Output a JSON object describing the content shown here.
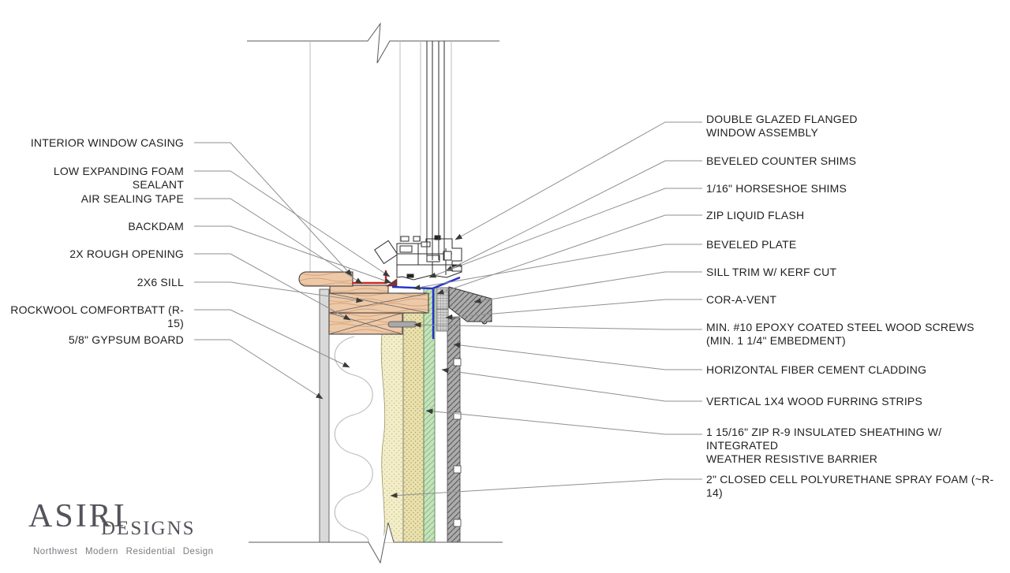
{
  "logo": {
    "primary": "ASIRI",
    "secondary": "DESIGNS",
    "tagline": "Northwest Modern Residential Design"
  },
  "callouts": {
    "left": [
      "INTERIOR WINDOW CASING",
      "LOW EXPANDING FOAM SEALANT",
      "AIR SEALING TAPE",
      "BACKDAM",
      "2X ROUGH OPENING",
      "2X6 SILL",
      "ROCKWOOL COMFORTBATT (R-15)",
      "5/8\" GYPSUM BOARD"
    ],
    "right": [
      "DOUBLE GLAZED FLANGED\nWINDOW ASSEMBLY",
      "BEVELED COUNTER SHIMS",
      "1/16\" HORSESHOE SHIMS",
      "ZIP LIQUID FLASH",
      "BEVELED PLATE",
      "SILL TRIM W/ KERF CUT",
      "COR-A-VENT",
      "MIN. #10 EPOXY COATED STEEL WOOD SCREWS\n(MIN. 1 1/4\" EMBEDMENT)",
      "HORIZONTAL FIBER CEMENT CLADDING",
      "VERTICAL 1X4 WOOD FURRING STRIPS",
      "1 15/16\" ZIP R-9 INSULATED SHEATHING W/ INTEGRATED\nWEATHER RESISTIVE BARRIER",
      "2\" CLOSED CELL POLYURETHANE SPRAY FOAM (~R-14)"
    ]
  },
  "colors": {
    "tape_red": "#c92a21",
    "flash_blue": "#2433c8",
    "backdam_maroon": "#7d3533",
    "wood_fill": "#eec9a8",
    "foam_fill": "#f3eec9",
    "polyiso_fill": "#eae1ae",
    "zip_green": "#c6e3bb",
    "gypsum_gray": "#d9d9d9",
    "cladding_gray": "#acacac",
    "leader_gray": "#8f8f8f",
    "line_dark": "#2b2b2b",
    "logo_gray": "#53535b"
  }
}
